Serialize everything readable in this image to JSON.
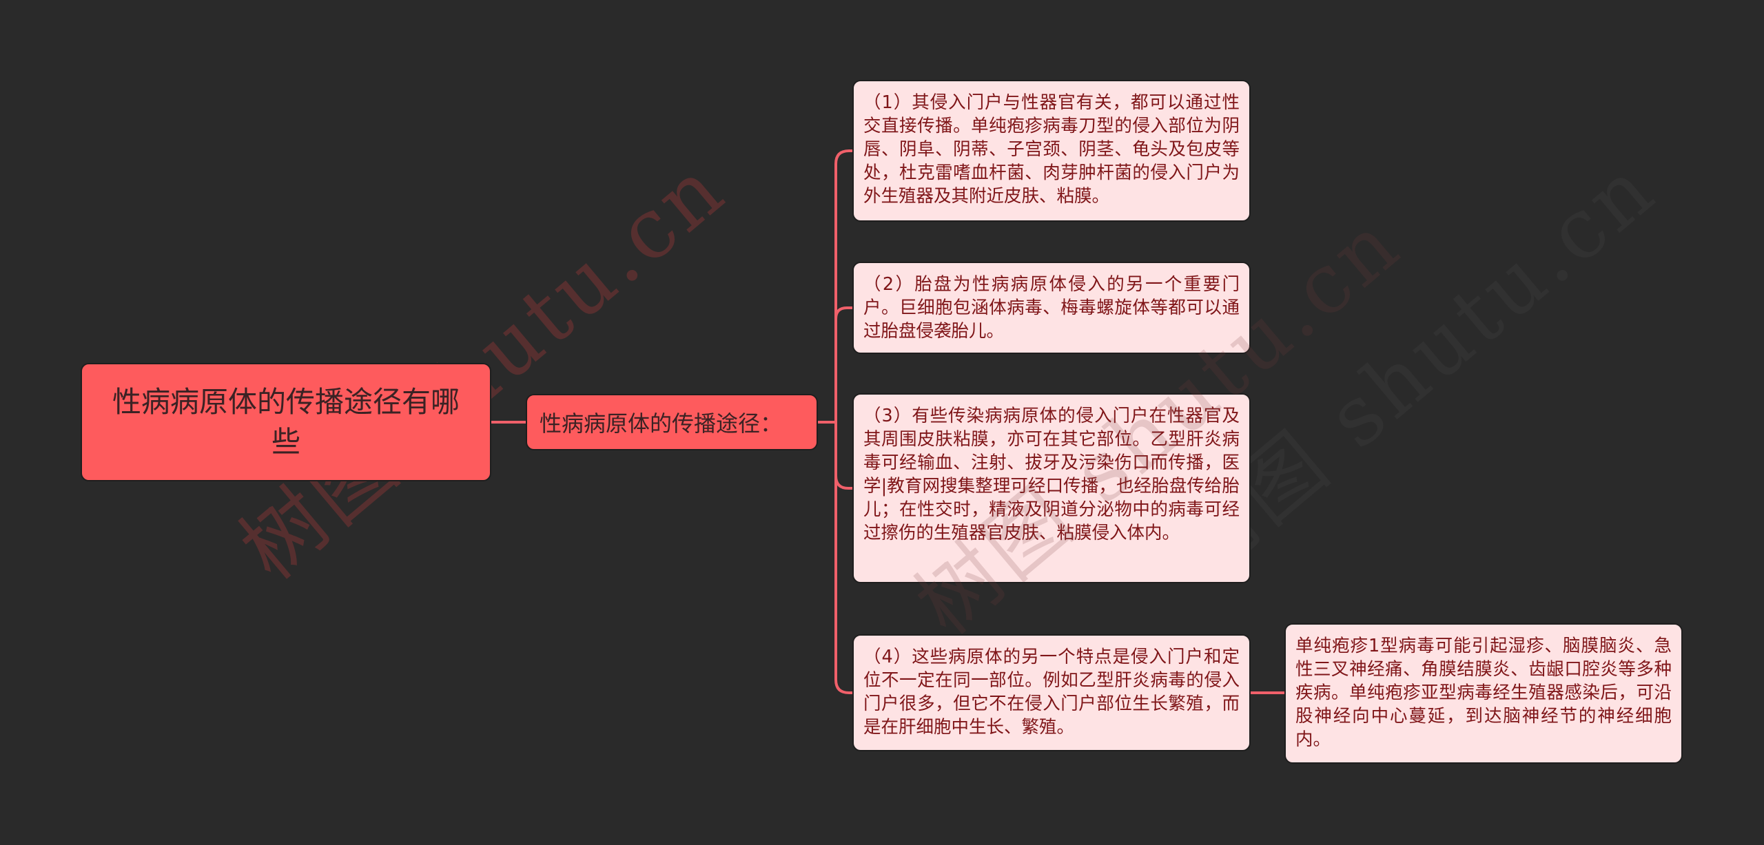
{
  "mindmap": {
    "colors": {
      "background": "#2a2a2a",
      "root_fill": "#fe5b5d",
      "branch_fill": "#fe5b5d",
      "leaf_fill": "#fee3e4",
      "leaf_text": "#7f1518",
      "node_text": "#3b2224",
      "connector": "#f0606a"
    },
    "root": {
      "label": "性病病原体的传播途径有哪些"
    },
    "branch": {
      "label": "性病病原体的传播途径："
    },
    "leaves": [
      {
        "text": "（1）其侵入门户与性器官有关，都可以通过性交直接传播。单纯疱疹病毒刀型的侵入部位为阴唇、阴阜、阴蒂、子宫颈、阴茎、龟头及包皮等处，杜克雷嗜血杆菌、肉芽肿杆菌的侵入门户为外生殖器及其附近皮肤、粘膜。"
      },
      {
        "text": "（2）胎盘为性病病原体侵入的另一个重要门户。巨细胞包涵体病毒、梅毒螺旋体等都可以通过胎盘侵袭胎儿。"
      },
      {
        "text": "（3）有些传染病病原体的侵入门户在性器官及其周围皮肤粘膜，亦可在其它部位。乙型肝炎病毒可经输血、注射、拔牙及污染伤口而传播，医学|教育网搜集整理可经口传播，也经胎盘传给胎儿；在性交时，精液及阴道分泌物中的病毒可经过擦伤的生殖器官皮肤、粘膜侵入体内。"
      },
      {
        "text": "（4）这些病原体的另一个特点是侵入门户和定位不一定在同一部位。例如乙型肝炎病毒的侵入门户很多，但它不在侵入门户部位生长繁殖，而是在肝细胞中生长、繁殖。"
      }
    ],
    "detail": {
      "text": "单纯疱疹1型病毒可能引起湿疹、脑膜脑炎、急性三叉神经痛、角膜结膜炎、齿龈口腔炎等多种疾病。单纯疱疹亚型病毒经生殖器感染后，可沿股神经向中心蔓延，到达脑神经节的神经细胞内。"
    },
    "watermark": {
      "text": "树图 shutu.cn"
    }
  }
}
